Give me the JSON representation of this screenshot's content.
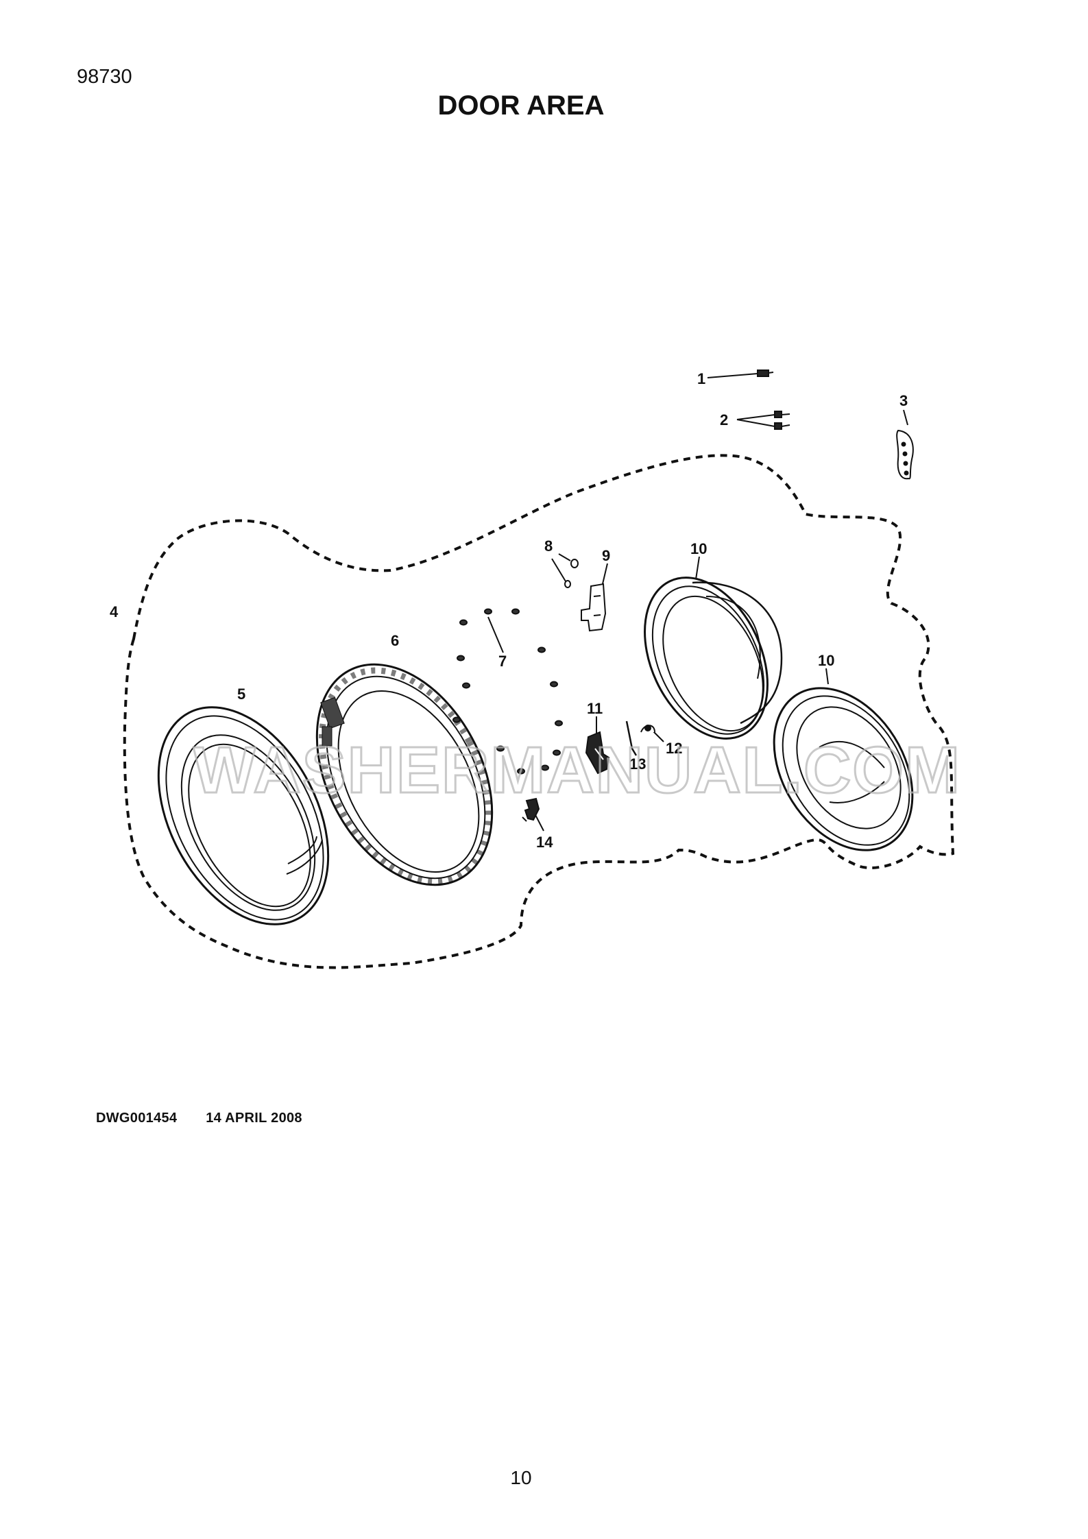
{
  "header": {
    "model_number": "98730",
    "title": "DOOR AREA"
  },
  "diagram": {
    "callouts": [
      "1",
      "2",
      "3",
      "4",
      "5",
      "6",
      "7",
      "8",
      "9",
      "10",
      "10",
      "11",
      "12",
      "13",
      "14"
    ],
    "watermark": "WASHERMANUAL.COM"
  },
  "footer": {
    "drawing_number": "DWG001454",
    "date": "14 APRIL 2008"
  },
  "page_number": "10"
}
